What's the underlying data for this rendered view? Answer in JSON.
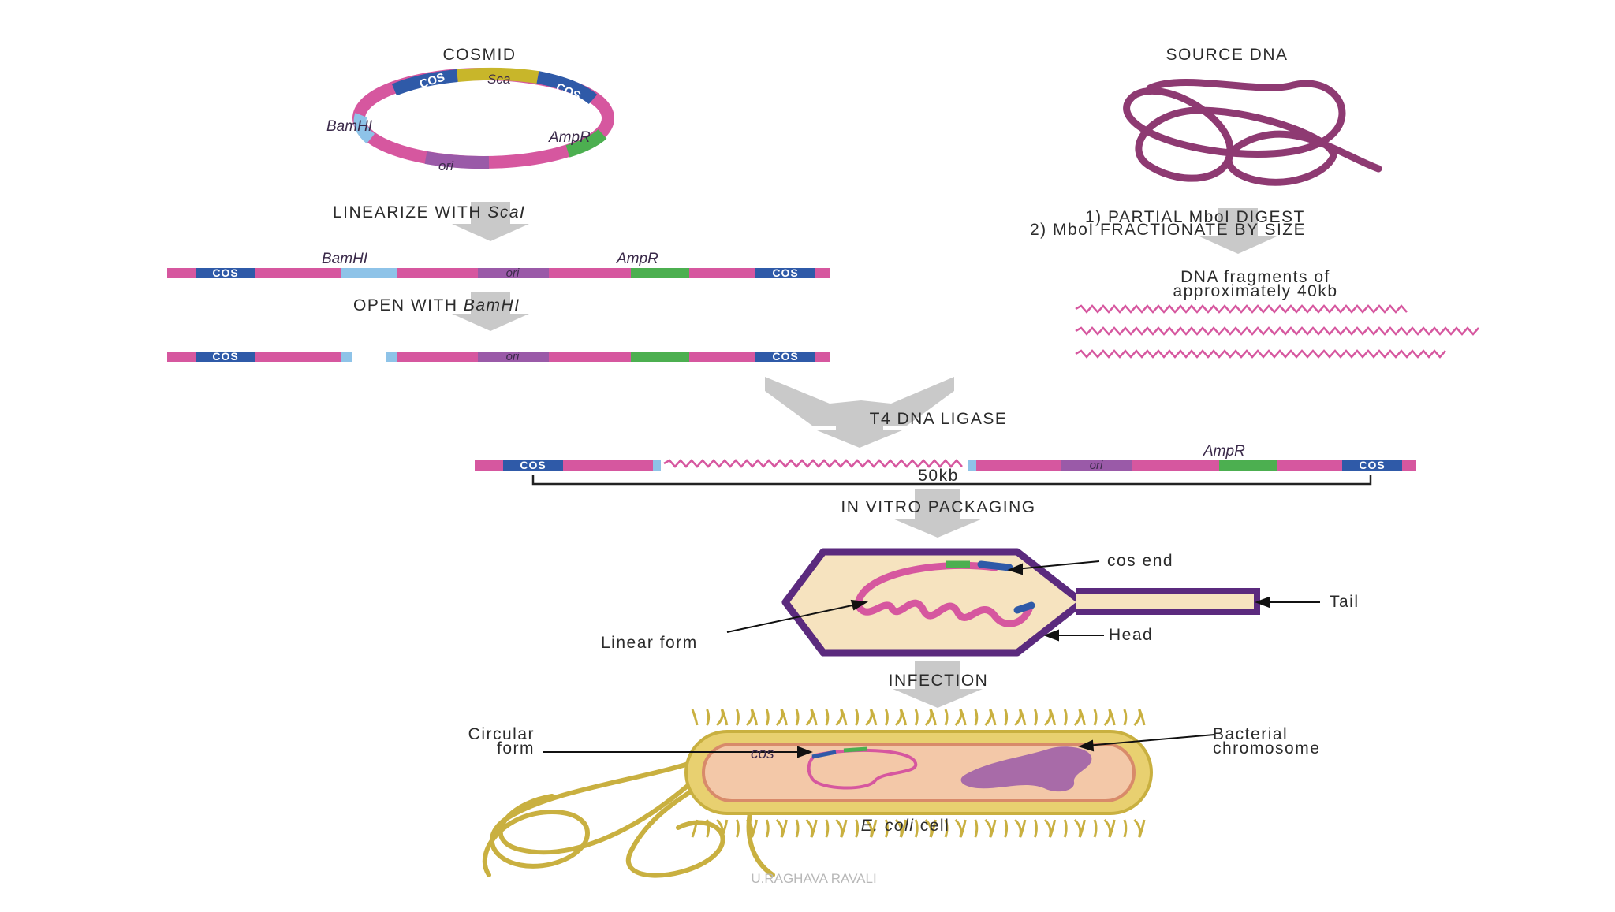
{
  "labels": {
    "cosmid": "COSMID",
    "source_dna": "SOURCE DNA",
    "linearize_prefix": "LINEARIZE WITH ",
    "linearize_enzyme": "ScaI",
    "open_prefix": "OPEN WITH ",
    "open_enzyme": "BamHI",
    "digest_1": "1) PARTIAL MboI DIGEST",
    "digest_2": "2)  MboI FRACTIONATE BY SIZE",
    "fragments_1": "DNA fragments of",
    "fragments_2": "approximately 40kb",
    "ligase": "T4 DNA LIGASE",
    "size": "50kb",
    "packaging": "IN VITRO PACKAGING",
    "cos_end": "cos end",
    "tail": "Tail",
    "head": "Head",
    "linear_form": "Linear form",
    "infection": "INFECTION",
    "circular_1": "Circular",
    "circular_2": "form",
    "cos_small": "cos",
    "bacterial_1": "Bacterial",
    "bacterial_2": "chromosome",
    "ecoli_italic": "E. coli",
    "ecoli_rest": " cell",
    "watermark": "U.RAGHAVA RAVALI"
  },
  "segments": {
    "cos": "COS",
    "sca": "Sca",
    "bamhi": "BamHI",
    "ampr": "AmpR",
    "ori": "ori"
  },
  "colors": {
    "dna_pink": "#d6579f",
    "cos_blue": "#2f5aa8",
    "bamhi_light_blue": "#8ec3e8",
    "ampr_green": "#4caf50",
    "sca_yellow": "#c8b62a",
    "ori_purple": "#9a5aa8",
    "source_dna": "#8e3a72",
    "arrow_grey": "#c9c9c9",
    "phage_outline": "#5b2a7e",
    "phage_fill": "#f6e3bf",
    "ecoli_gold": "#c9b040",
    "ecoli_inner": "#f3c8a8",
    "chromosome": "#9a5aa8"
  }
}
